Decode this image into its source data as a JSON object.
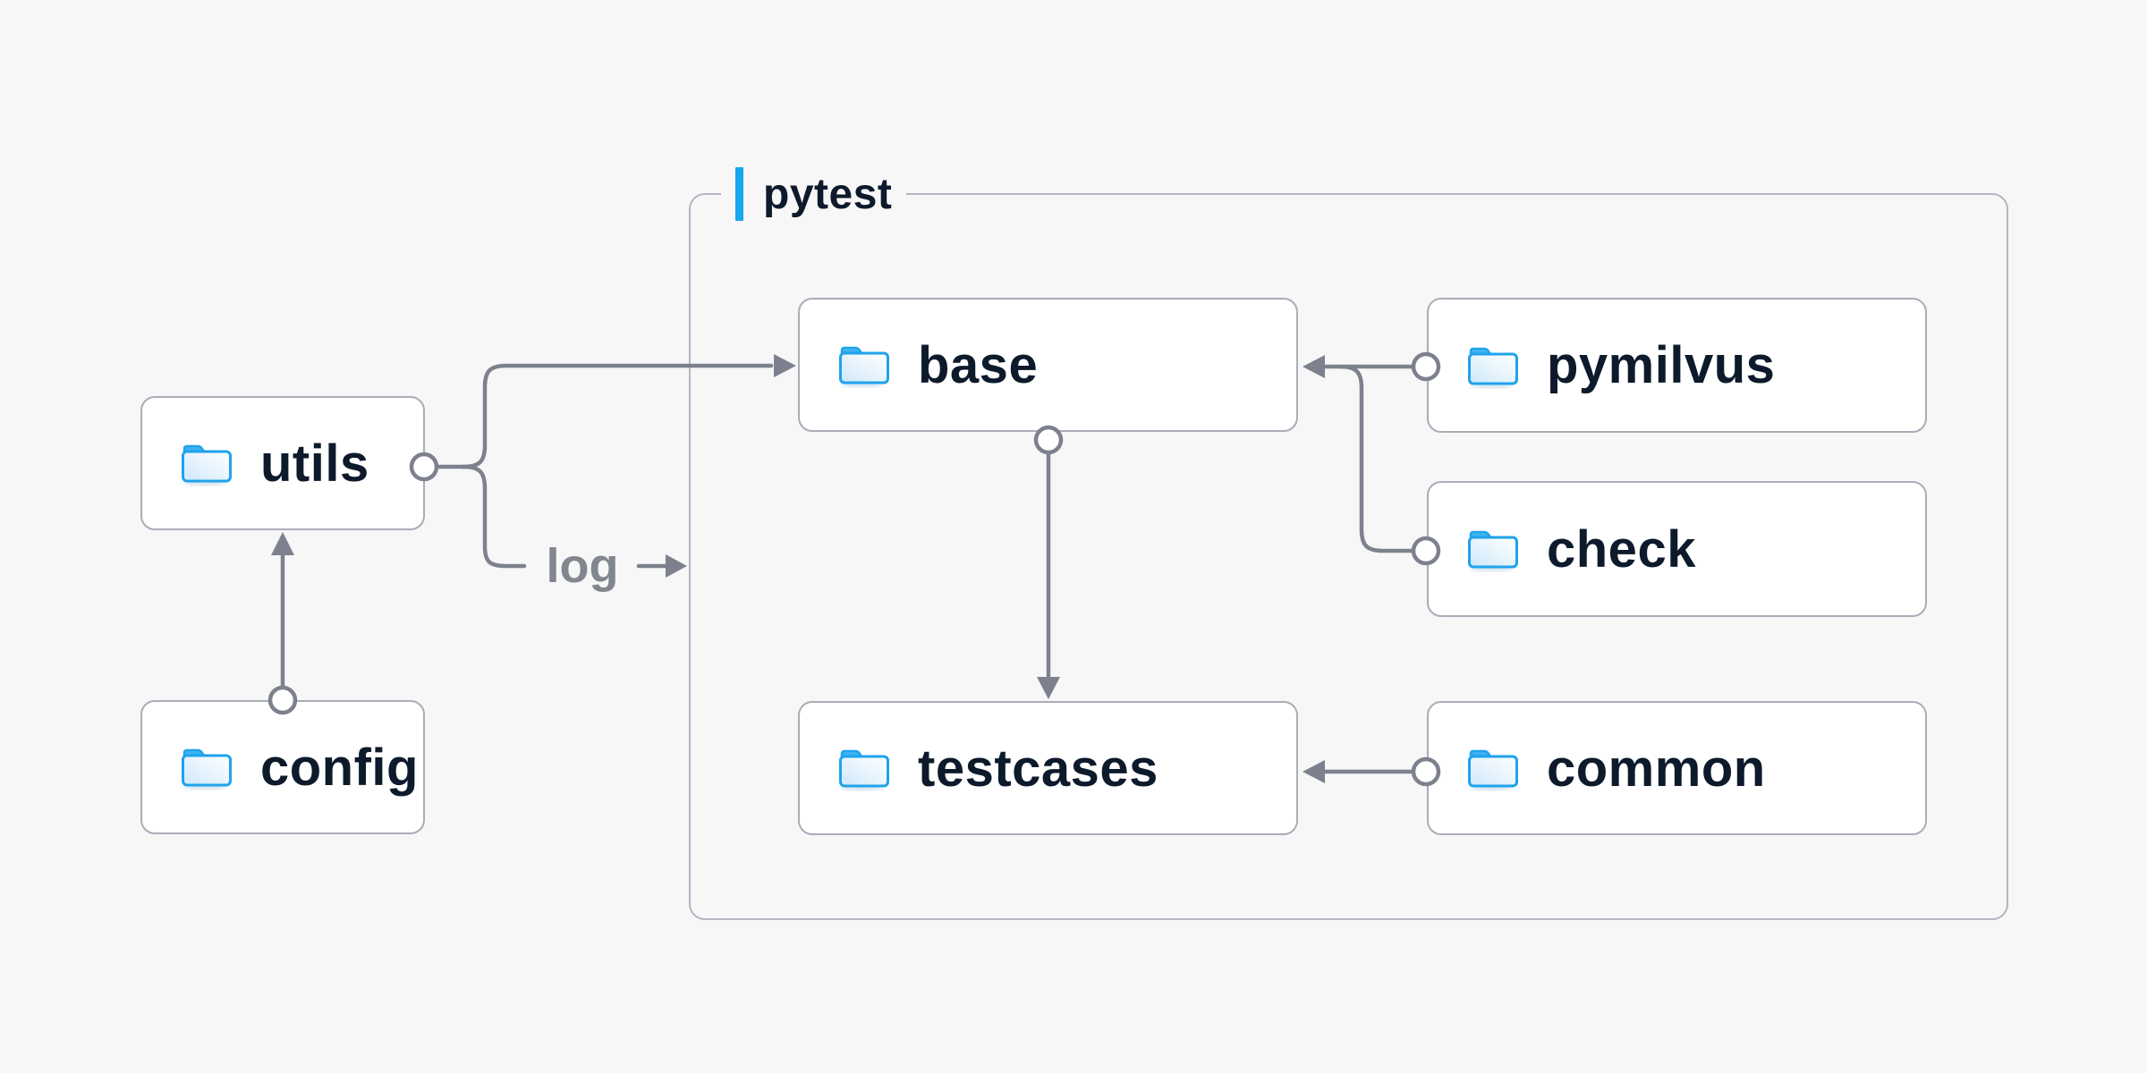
{
  "page": {
    "type": "folder-structure-diagram",
    "background_color": "#f7f7f8"
  },
  "container": {
    "label": "pytest",
    "accent_bar_color": "#16a7ee"
  },
  "nodes": [
    {
      "id": "utils",
      "label": "utils",
      "icon": "folder-icon",
      "location": "outside"
    },
    {
      "id": "config",
      "label": "config",
      "icon": "folder-icon",
      "location": "outside"
    },
    {
      "id": "base",
      "label": "base",
      "icon": "folder-icon",
      "location": "inside-pytest"
    },
    {
      "id": "pymilvus",
      "label": "pymilvus",
      "icon": "folder-icon",
      "location": "inside-pytest"
    },
    {
      "id": "check",
      "label": "check",
      "icon": "folder-icon",
      "location": "inside-pytest"
    },
    {
      "id": "testcases",
      "label": "testcases",
      "icon": "folder-icon",
      "location": "inside-pytest"
    },
    {
      "id": "common",
      "label": "common",
      "icon": "folder-icon",
      "location": "inside-pytest"
    }
  ],
  "edges": [
    {
      "from": "config",
      "to": "utils",
      "style": "circle-to-arrow"
    },
    {
      "from": "utils",
      "to": "base",
      "style": "circle-to-arrow"
    },
    {
      "from": "utils",
      "to": "pytest-container",
      "style": "circle-to-arrow",
      "label": "log"
    },
    {
      "from": "pymilvus",
      "to": "base",
      "style": "circle-to-arrow"
    },
    {
      "from": "check",
      "to": "base",
      "style": "circle-to-arrow",
      "via": "joins pymilvus line"
    },
    {
      "from": "base",
      "to": "testcases",
      "style": "circle-to-arrow"
    },
    {
      "from": "common",
      "to": "testcases",
      "style": "circle-to-arrow"
    }
  ],
  "colors": {
    "node_background": "#ffffff",
    "node_border": "#a9adb8",
    "container_border": "#b3b5c2",
    "connector_line": "#7d818d",
    "node_text": "#0d1a2b",
    "edge_label_text": "#82868f",
    "folder_blue": "#1fa3ec",
    "accent_blue": "#16a7ee"
  }
}
